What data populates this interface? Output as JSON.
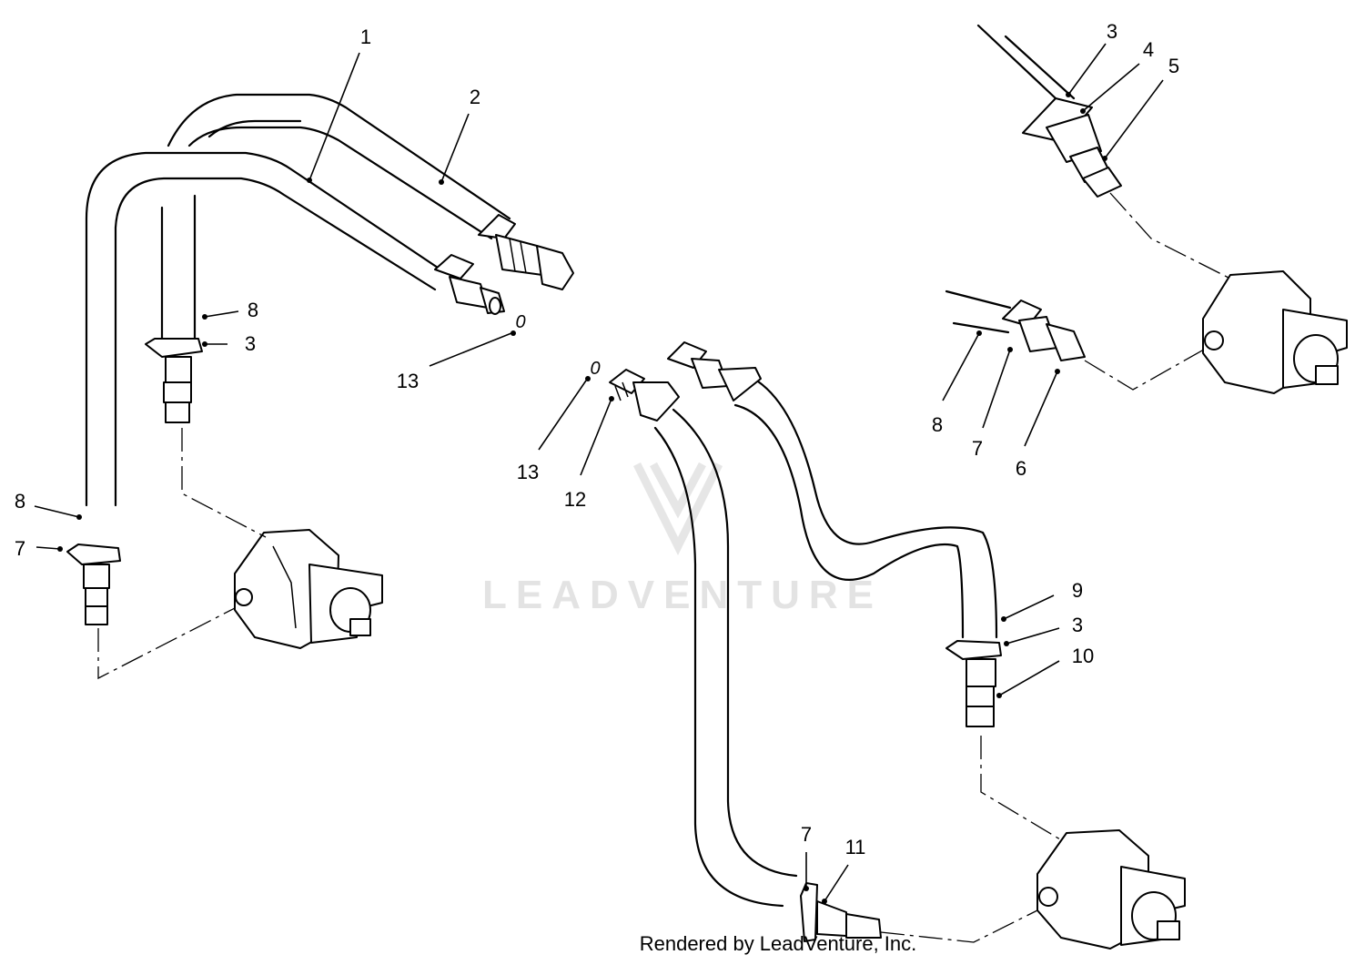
{
  "watermark": {
    "text": "LEADVENTURE"
  },
  "footer": {
    "text": "Rendered by LeadVenture, Inc."
  },
  "callouts": {
    "c1": "1",
    "c2": "2",
    "c3a": "3",
    "c8a": "8",
    "c13a": "13",
    "c8b": "8",
    "c7a": "7",
    "c3b": "3",
    "c4": "4",
    "c5": "5",
    "c8c": "8",
    "c7b": "7",
    "c6": "6",
    "c13b": "13",
    "c12": "12",
    "c9": "9",
    "c3c": "3",
    "c10": "10",
    "c7c": "7",
    "c11": "11"
  },
  "oring_marks": {
    "o1": "0",
    "o2": "0"
  },
  "colors": {
    "line": "#000000",
    "background": "#ffffff",
    "watermark": "#e3e3e3"
  }
}
